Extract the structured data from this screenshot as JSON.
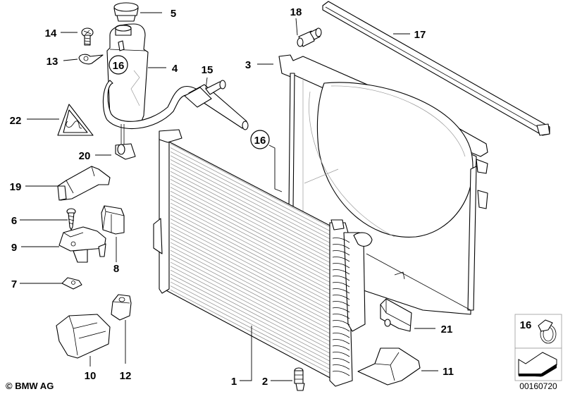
{
  "diagram": {
    "title": "BMW radiator / cooling system parts diagram",
    "copyright": "© BMW AG",
    "diagram_number": "00160720",
    "callouts": {
      "c1": "1",
      "c2": "2",
      "c3": "3",
      "c4": "4",
      "c5": "5",
      "c6": "6",
      "c7": "7",
      "c8": "8",
      "c9": "9",
      "c10": "10",
      "c11": "11",
      "c12": "12",
      "c13": "13",
      "c14": "14",
      "c15": "15",
      "c16a": "16",
      "c16b": "16",
      "c17": "17",
      "c18": "18",
      "c19": "19",
      "c20": "20",
      "c21": "21",
      "c22": "22"
    },
    "legend": {
      "item_number": "16",
      "item_icon": "hose-clamp-icon",
      "nav_icon": "arrow-back-icon"
    },
    "parts": [
      {
        "id": "1",
        "name": "radiator"
      },
      {
        "id": "2",
        "name": "drain-plug"
      },
      {
        "id": "3",
        "name": "fan-shroud"
      },
      {
        "id": "4",
        "name": "expansion-tank"
      },
      {
        "id": "5",
        "name": "expansion-tank-cap"
      },
      {
        "id": "6",
        "name": "screw"
      },
      {
        "id": "7",
        "name": "clip-nut"
      },
      {
        "id": "8",
        "name": "rubber-mount"
      },
      {
        "id": "9",
        "name": "mounting-bracket"
      },
      {
        "id": "10",
        "name": "lower-mount-left"
      },
      {
        "id": "11",
        "name": "lower-mount-right"
      },
      {
        "id": "12",
        "name": "rubber-buffer"
      },
      {
        "id": "13",
        "name": "retaining-plate"
      },
      {
        "id": "14",
        "name": "bolt"
      },
      {
        "id": "15",
        "name": "hose"
      },
      {
        "id": "16",
        "name": "hose-clamp"
      },
      {
        "id": "17",
        "name": "seal-strip"
      },
      {
        "id": "18",
        "name": "expanding-rivet"
      },
      {
        "id": "19",
        "name": "bracket"
      },
      {
        "id": "20",
        "name": "level-sensor"
      },
      {
        "id": "21",
        "name": "holder"
      },
      {
        "id": "22",
        "name": "warning-label"
      }
    ]
  }
}
